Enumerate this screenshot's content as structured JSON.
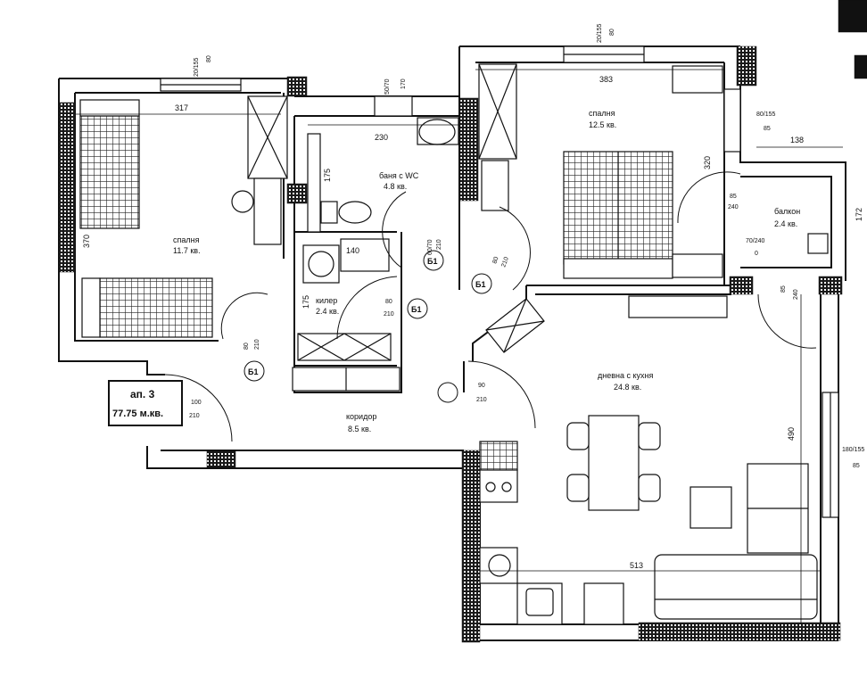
{
  "apartment": {
    "label": "ап. 3",
    "area": "77.75 м.кв."
  },
  "rooms": {
    "bedroom_left": {
      "name": "спалня",
      "area": "11.7 кв."
    },
    "bedroom_right": {
      "name": "спалня",
      "area": "12.5 кв."
    },
    "bathroom": {
      "name": "баня с WC",
      "area": "4.8 кв."
    },
    "closet": {
      "name": "килер",
      "area": "2.4 кв."
    },
    "corridor": {
      "name": "коридор",
      "area": "8.5 кв."
    },
    "living": {
      "name": "дневна с кухня",
      "area": "24.8 кв."
    },
    "balcony": {
      "name": "балкон",
      "area": "2.4 кв."
    }
  },
  "dimensions": {
    "d317": "317",
    "d383": "383",
    "d230": "230",
    "d175a": "175",
    "d175b": "175",
    "d140": "140",
    "d370": "370",
    "d320": "320",
    "d138": "138",
    "d172": "172",
    "d490": "490",
    "d513": "513"
  },
  "windows": {
    "w_bed_left": "20/155",
    "w_bed_left_b": "80",
    "w_bath": "50/70",
    "w_bath_b": "170",
    "w_bed_right": "20/155",
    "w_bed_right_b": "80",
    "w_bal_top": "80/155",
    "w_bal_top_b": "85",
    "w_liv_right": "180/155",
    "w_liv_right_b": "85"
  },
  "doors": {
    "entry_a": "100",
    "entry_b": "210",
    "bed_left_a": "80",
    "bed_left_b": "210",
    "bath_a": "60/70",
    "bath_b": "210",
    "bed_right_a": "80",
    "bed_right_b": "210",
    "closet_a": "80",
    "closet_b": "210",
    "living_a": "90",
    "living_b": "210",
    "bal_a": "85",
    "bal_b": "240",
    "bal_win_a": "70/240",
    "bal_win_b": "0",
    "bal_side_a": "85",
    "bal_side_b": "240"
  },
  "tags": {
    "b1": "Б1"
  }
}
